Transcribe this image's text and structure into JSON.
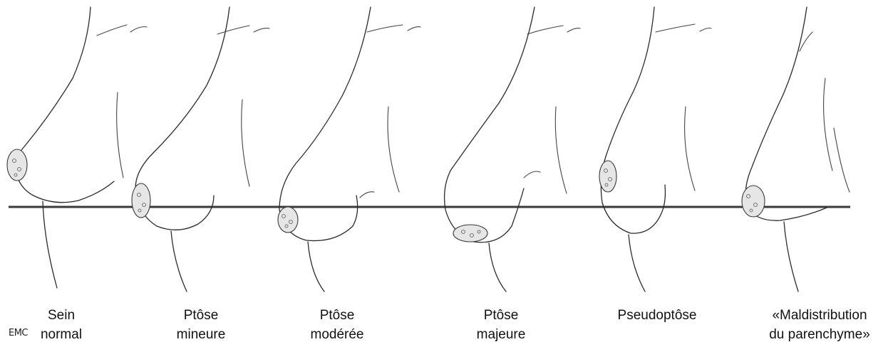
{
  "figure": {
    "logo": "EMC",
    "stages": [
      {
        "line1": "Sein",
        "line2": "normal"
      },
      {
        "line1": "Ptôse",
        "line2": "mineure"
      },
      {
        "line1": "Ptôse",
        "line2": "modérée"
      },
      {
        "line1": "Ptôse",
        "line2": "majeure"
      },
      {
        "line1": "Pseudoptôse",
        "line2": ""
      },
      {
        "line1": "«Maldistribution",
        "line2": "du parenchyme»"
      }
    ]
  }
}
